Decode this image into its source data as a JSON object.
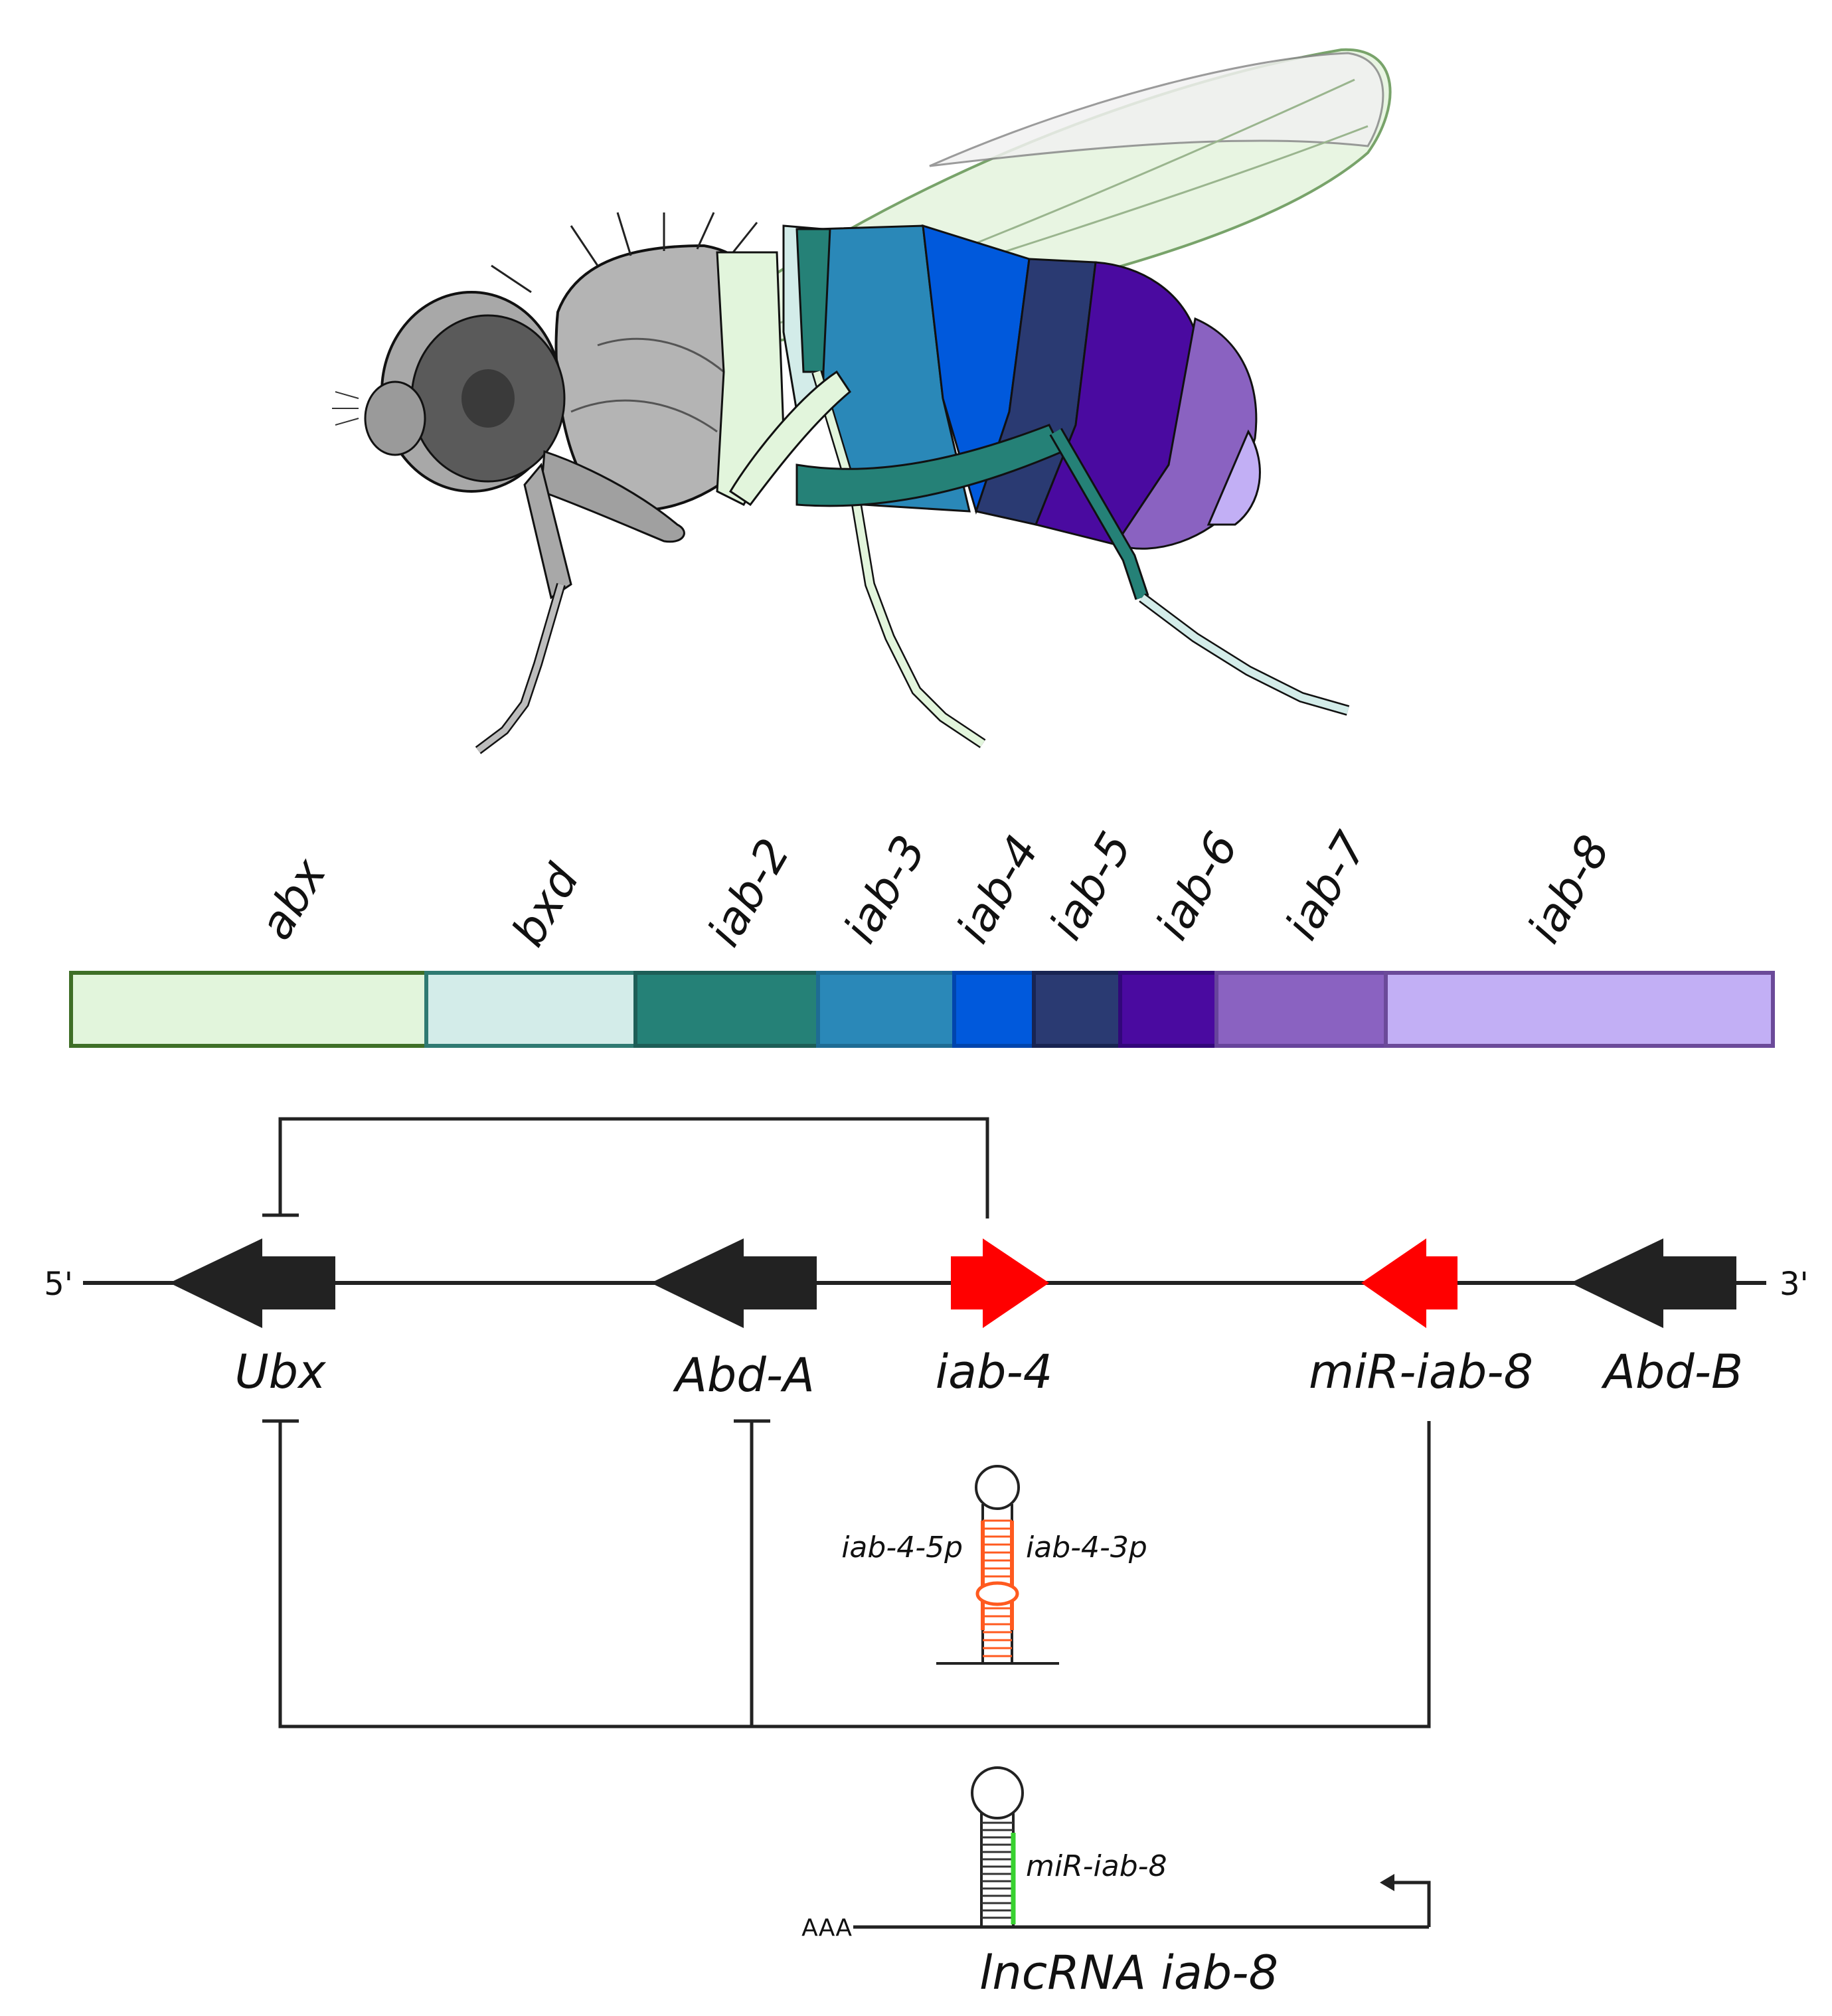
{
  "domains": [
    {
      "label": "abx",
      "color": "#e2f5dc",
      "border": "#3f6f27"
    },
    {
      "label": "bxd",
      "color": "#d3ece9",
      "border": "#2f7a72"
    },
    {
      "label": "iab-2",
      "color": "#258177",
      "border": "#1d5e57"
    },
    {
      "label": "iab-3",
      "color": "#2a88b8",
      "border": "#1e6c94"
    },
    {
      "label": "iab-4",
      "color": "#0059dc",
      "border": "#0045ad"
    },
    {
      "label": "iab-5",
      "color": "#2a3a72",
      "border": "#182452"
    },
    {
      "label": "iab-6",
      "color": "#4a0aa0",
      "border": "#32077a"
    },
    {
      "label": "iab-7",
      "color": "#8a62c1",
      "border": "#67449b"
    },
    {
      "label": "iab-8",
      "color": "#c2aff5",
      "border": "#6b4a99"
    }
  ],
  "strand": {
    "five_prime": "5'",
    "three_prime": "3'"
  },
  "genes": [
    {
      "id": "ubx",
      "label": "Ubx",
      "color": "#222222"
    },
    {
      "id": "abda",
      "label": "Abd-A",
      "color": "#222222"
    },
    {
      "id": "iab4",
      "label": "iab-4",
      "color": "#ff0000"
    },
    {
      "id": "mir8",
      "label": "miR-iab-8",
      "color": "#ff0000"
    },
    {
      "id": "abdb",
      "label": "Abd-B",
      "color": "#222222"
    }
  ],
  "hairpin_iab4": {
    "left_label": "iab-4-5p",
    "right_label": "iab-4-3p",
    "stem_color": "#ff5a1f"
  },
  "lncrna": {
    "label": "lncRNA iab-8",
    "polya": "AAA",
    "mirna_label": "miR-iab-8",
    "stem_color": "#38d230"
  }
}
